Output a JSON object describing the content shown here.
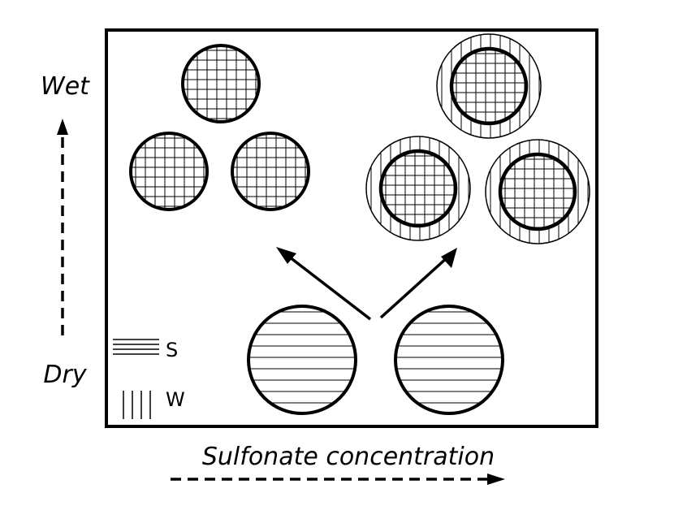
{
  "y_axis": {
    "top_label": "Wet",
    "bottom_label": "Dry"
  },
  "x_axis": {
    "label": "Sulfonate concentration"
  },
  "legend": [
    {
      "key": "S",
      "pattern": "horizontal-lines"
    },
    {
      "key": "W",
      "pattern": "vertical-lines"
    }
  ],
  "colors": {
    "ink": "#000000",
    "background": "#ffffff"
  }
}
